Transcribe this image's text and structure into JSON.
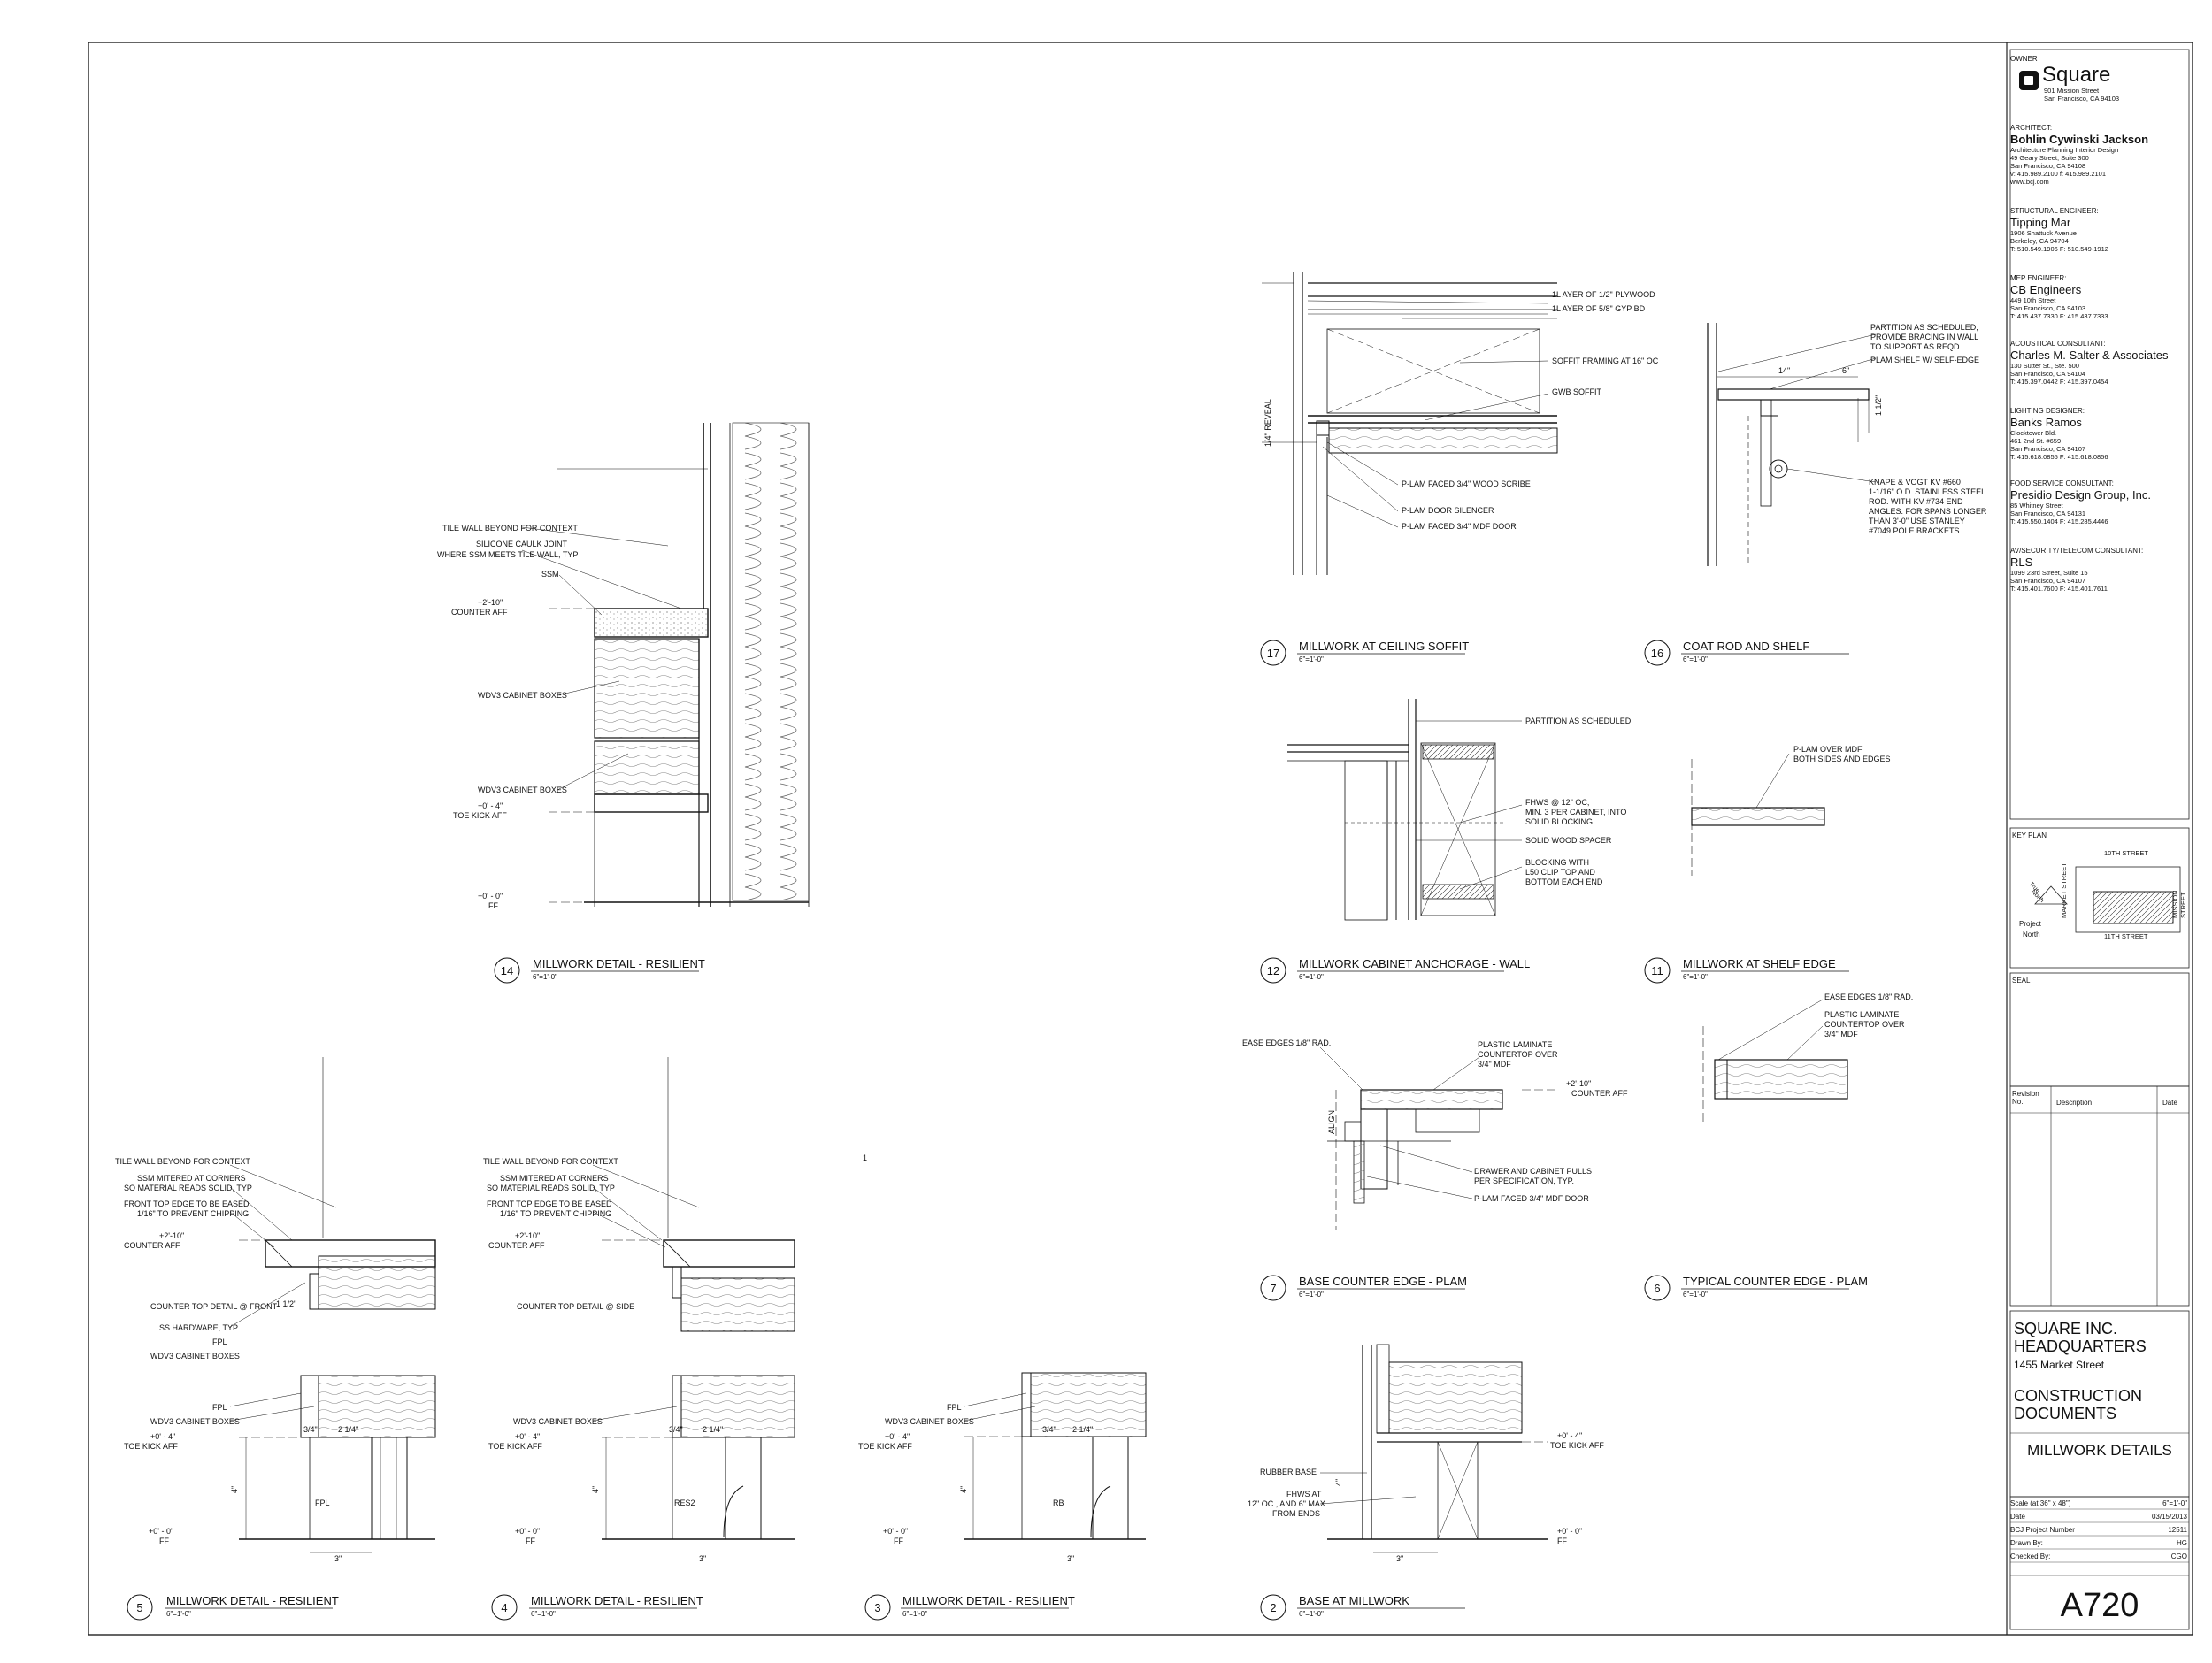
{
  "details": {
    "d14": {
      "num": "14",
      "title": "MILLWORK DETAIL - RESILIENT",
      "scale": "6\"=1'-0\""
    },
    "d17": {
      "num": "17",
      "title": "MILLWORK AT CEILING SOFFIT",
      "scale": "6\"=1'-0\""
    },
    "d16": {
      "num": "16",
      "title": "COAT ROD AND SHELF",
      "scale": "6\"=1'-0\""
    },
    "d12": {
      "num": "12",
      "title": "MILLWORK CABINET ANCHORAGE - WALL",
      "scale": "6\"=1'-0\""
    },
    "d11": {
      "num": "11",
      "title": "MILLWORK AT SHELF EDGE",
      "scale": "6\"=1'-0\""
    },
    "d7": {
      "num": "7",
      "title": "BASE COUNTER EDGE - PLAM",
      "scale": "6\"=1'-0\""
    },
    "d6": {
      "num": "6",
      "title": "TYPICAL COUNTER EDGE - PLAM",
      "scale": "6\"=1'-0\""
    },
    "d5": {
      "num": "5",
      "title": "MILLWORK DETAIL - RESILIENT",
      "scale": "6\"=1'-0\""
    },
    "d4": {
      "num": "4",
      "title": "MILLWORK DETAIL - RESILIENT",
      "scale": "6\"=1'-0\""
    },
    "d3": {
      "num": "3",
      "title": "MILLWORK DETAIL - RESILIENT",
      "scale": "6\"=1'-0\""
    },
    "d2": {
      "num": "2",
      "title": "BASE AT MILLWORK",
      "scale": "6\"=1'-0\""
    }
  },
  "notes": {
    "n14": [
      "TILE WALL BEYOND FOR CONTEXT",
      "SILICONE CAULK JOINT",
      "WHERE SSM MEETS TILE WALL, TYP",
      "SSM",
      "WDV3 CABINET BOXES",
      "WDV3 CABINET BOXES"
    ],
    "elev14": [
      "+2'-10\"",
      "COUNTER AFF",
      "+0' - 4\"",
      "TOE KICK AFF",
      "+0' - 0\"",
      "FF"
    ],
    "n17": [
      "1L AYER OF 1/2\" PLYWOOD",
      "1L AYER OF 5/8\" GYP BD",
      "SOFFIT FRAMING AT 16\" OC",
      "GWB SOFFIT",
      "P-LAM FACED 3/4\" WOOD SCRIBE",
      "P-LAM DOOR SILENCER",
      "P-LAM FACED 3/4\" MDF DOOR",
      "1/4\" REVEAL"
    ],
    "n16": [
      "PARTITION AS SCHEDULED,",
      "PROVIDE BRACING IN WALL",
      "TO SUPPORT AS REQD.",
      "PLAM SHELF W/ SELF-EDGE",
      "KNAPE & VOGT  KV #660",
      "1-1/16\" O.D. STAINLESS STEEL",
      "ROD.  WITH KV #734 END",
      "ANGLES.  FOR SPANS LONGER",
      "THAN 3'-0\" USE STANLEY",
      "#7049 POLE BRACKETS",
      "14\"",
      "6\"",
      "1 1/2\""
    ],
    "n12": [
      "PARTITION AS SCHEDULED",
      "FHWS @ 12\" OC,",
      "MIN. 3 PER CABINET, INTO",
      "SOLID BLOCKING",
      "SOLID WOOD SPACER",
      "BLOCKING WITH",
      "L50 CLIP TOP AND",
      "BOTTOM EACH END"
    ],
    "n11": [
      "P-LAM OVER MDF",
      "BOTH SIDES AND EDGES"
    ],
    "n7": [
      "EASE EDGES 1/8\" RAD.",
      "PLASTIC LAMINATE",
      "COUNTERTOP OVER",
      "3/4\" MDF",
      "+2'-10\"",
      "COUNTER AFF",
      "DRAWER AND CABINET PULLS",
      "PER SPECIFICATION, TYP.",
      "P-LAM FACED 3/4\" MDF DOOR",
      "ALIGN"
    ],
    "n6": [
      "EASE EDGES 1/8\" RAD.",
      "PLASTIC LAMINATE",
      "COUNTERTOP OVER",
      "3/4\" MDF"
    ],
    "n5": [
      "TILE WALL BEYOND FOR CONTEXT",
      "SSM MITERED AT CORNERS",
      "SO MATERIAL READS SOLID, TYP",
      "FRONT TOP EDGE TO BE EASED",
      "1/16\" TO PREVENT CHIPPING",
      "+2'-10\"",
      "COUNTER AFF",
      "COUNTER TOP DETAIL @ FRONT",
      "SS HARDWARE, TYP",
      "FPL",
      "WDV3 CABINET BOXES",
      "FPL",
      "WDV3 CABINET BOXES",
      "+0' - 4\"",
      "TOE KICK AFF",
      "+0' - 0\"",
      "FF",
      "FPL",
      "3/4\"",
      "2 1/4\"",
      "3\"",
      "4\"",
      "1 1/2\""
    ],
    "n4": [
      "TILE WALL BEYOND FOR CONTEXT",
      "SSM MITERED AT CORNERS",
      "SO MATERIAL READS SOLID, TYP",
      "FRONT TOP EDGE TO BE EASED",
      "1/16\" TO PREVENT CHIPPING",
      "+2'-10\"",
      "COUNTER AFF",
      "COUNTER TOP DETAIL @ SIDE",
      "WDV3 CABINET BOXES",
      "+0' - 4\"",
      "TOE KICK AFF",
      "+0' - 0\"",
      "FF",
      "RES2",
      "3/4\"",
      "2 1/4\"",
      "3\"",
      "4\""
    ],
    "n3": [
      "FPL",
      "WDV3 CABINET BOXES",
      "+0' - 4\"",
      "TOE KICK AFF",
      "+0' - 0\"",
      "FF",
      "RB",
      "3/4\"",
      "2 1/4\"",
      "3\"",
      "4\"",
      "1"
    ],
    "n2": [
      "RUBBER BASE",
      "FHWS AT",
      "12\" OC., AND 6\" MAX",
      "FROM ENDS",
      "+0' - 4\"",
      "TOE KICK AFF",
      "+0' - 0\"",
      "FF",
      "3\"",
      "4\""
    ]
  },
  "title_block": {
    "owner_role": "OWNER",
    "owner_name": "Square",
    "owner_addr": [
      "901 Mission Street",
      "San Francisco, CA 94103"
    ],
    "consultants": [
      {
        "role": "ARCHITECT:",
        "name": "Bohlin Cywinski Jackson",
        "lines": [
          "Architecture  Planning  Interior Design",
          "49 Geary Street, Suite 300",
          "San Francisco, CA 94108",
          "v: 415.989.2100  f: 415.989.2101",
          "www.bcj.com"
        ]
      },
      {
        "role": "STRUCTURAL ENGINEER:",
        "name": "Tipping Mar",
        "lines": [
          "1906 Shattuck Avenue",
          "Berkeley, CA  94704",
          "T: 510.549.1906  F: 510.549-1912"
        ]
      },
      {
        "role": "MEP ENGINEER:",
        "name": "CB Engineers",
        "lines": [
          "449 10th Street",
          "San Francisco, CA 94103",
          "T: 415.437.7330 F: 415.437.7333"
        ]
      },
      {
        "role": "ACOUSTICAL CONSULTANT:",
        "name": "Charles M. Salter & Associates",
        "lines": [
          "130 Sutter St., Ste. 500",
          "San Francisco, CA  94104",
          "T: 415.397.0442  F: 415.397.0454"
        ]
      },
      {
        "role": "LIGHTING DESIGNER:",
        "name": "Banks Ramos",
        "lines": [
          "Clocktower Bld.",
          "461 2nd St. #659",
          "San Francisco, CA 94107",
          "T: 415.618.0855 F: 415.618.0856"
        ]
      },
      {
        "role": "FOOD SERVICE CONSULTANT:",
        "name": "Presidio Design Group, Inc.",
        "lines": [
          "85 Whitney Street",
          "San Francisco, CA 94131",
          "T: 415.550.1404 F: 415.285.4446"
        ]
      },
      {
        "role": "AV/SECURITY/TELECOM CONSULTANT:",
        "name": "RLS",
        "lines": [
          "1099 23rd Street, Suite 15",
          "San Francisco, CA 94107",
          "T: 415.401.7600 F: 415.401.7611"
        ]
      }
    ],
    "key_plan_label": "KEY PLAN",
    "key_plan_streets": [
      "10TH STREET",
      "11TH STREET",
      "MARKET STREET",
      "MISSION STREET"
    ],
    "key_plan_north": [
      "True",
      "North",
      "Project",
      "North"
    ],
    "seal_label": "SEAL",
    "revision_headers": [
      "Revision",
      "No.",
      "Description",
      "Date"
    ],
    "project_name": [
      "SQUARE INC.",
      "HEADQUARTERS"
    ],
    "project_address": "1455 Market Street",
    "phase": [
      "CONSTRUCTION",
      "DOCUMENTS"
    ],
    "sheet_title": "MILLWORK  DETAILS",
    "info": [
      {
        "k": "Scale (at 36\" x 48\")",
        "v": "6\"=1'-0\""
      },
      {
        "k": "Date",
        "v": "03/15/2013"
      },
      {
        "k": "BCJ Project Number",
        "v": "12511"
      },
      {
        "k": "Drawn By:",
        "v": "HG"
      },
      {
        "k": "Checked By:",
        "v": "CGO"
      }
    ],
    "sheet_number": "A720"
  }
}
